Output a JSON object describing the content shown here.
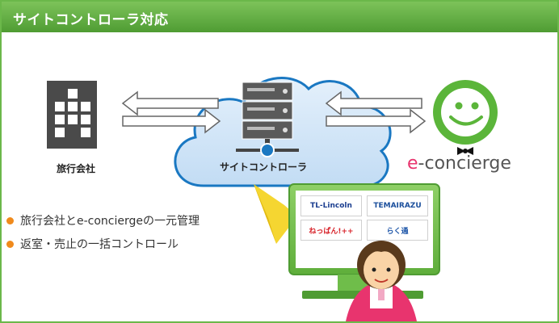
{
  "header": {
    "title": "サイトコントローラ対応"
  },
  "nodes": {
    "travel_agency": {
      "label": "旅行会社"
    },
    "site_controller": {
      "label": "サイトコントローラ"
    },
    "econcierge": {
      "prefix": "e",
      "rest": "-concierge"
    }
  },
  "bullets": [
    {
      "text": "旅行会社とe-conciergeの一元管理"
    },
    {
      "text": "返室・売止の一括コントロール"
    }
  ],
  "site_logos": [
    {
      "text": "TL-Lincoln",
      "color": "#1a3d8f"
    },
    {
      "text": "TEMAIRAZU",
      "color": "#1b4f9c"
    },
    {
      "text": "ねっぱん!++",
      "color": "#d8262d"
    },
    {
      "text": "らく通",
      "color": "#1d55a8"
    }
  ],
  "colors": {
    "header_green": "#5aa83c",
    "bullet_orange": "#f08a1c",
    "cloud_blue": "#cfe4f7",
    "econ_green": "#5bb53a",
    "econ_pink": "#e8346e"
  },
  "icons": {
    "building": "building-icon",
    "server": "server-icon",
    "face": "smile-face-icon",
    "operator": "person-icon",
    "monitor": "monitor-icon"
  }
}
